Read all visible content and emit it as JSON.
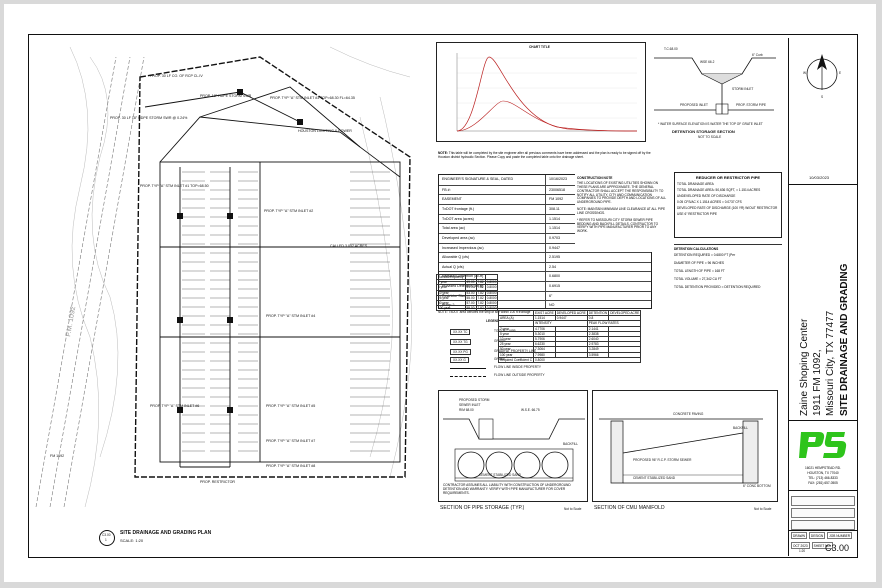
{
  "title_block": {
    "project_name": "Zaine Shoping Center",
    "address_line": "1911 FM 1092,",
    "city_line": "Missouri City, TX 77477",
    "sheet_title": "SITE DRAINAGE AND GRADING",
    "sheet_number": "C3.00",
    "date": "10/03/2023",
    "north_labels": {
      "w": "W",
      "e": "E",
      "s": "S"
    },
    "firm_address": [
      "16021 HEMPSTEAD RD.",
      "HOUSTON, TX 77040",
      "TEL: (713) 466-8333",
      "FAX: (281) 657-0505"
    ],
    "grid_labels": [
      "DRAWN",
      "DESIGN",
      "JOB NUMBER",
      "OCT 2023",
      "SHEET NO."
    ],
    "scale_value": "1:20",
    "brand_green": "#2ec41b"
  },
  "plan": {
    "title": "SITE DRAINAGE AND GRADING PLAN",
    "scale": "SCALE: 1:20",
    "ref_number": "C3.00",
    "ref_sub": "1"
  },
  "chart_title": "CHART TITLE",
  "detention_section": {
    "title": "DETENTION STORAGE SECTION",
    "subtitle": "NOT TO SCALE",
    "labels": [
      "T.C.68.00",
      "WSE 66.2",
      "6\" Curb",
      "STORM INLET",
      "PROPOSED INLET",
      "PROP. STORM PIPE"
    ],
    "note": "* WATER SURFACE ELEVATION IS WATER THE TOP OF GRATE INLET"
  },
  "note_block": {
    "label": "NOTE:",
    "text": "This table will be completed by the site engineer after all previous comments have been addressed and the plan is ready to be signed off by the Houston district hydraulic Section. Please Copy and paste the completed table onto the drainage sheet."
  },
  "engineer_table": {
    "rows": [
      [
        "ENGINEER'S SIGNATURE & SEAL, DATED",
        "10/16/2023"
      ],
      [
        "FB #:",
        "23006518"
      ],
      [
        "EASEMENT",
        "FM 1092"
      ],
      [
        "TxDOT frontage (ft.)",
        "308.11"
      ],
      [
        "TxDOT area (acres)",
        "1.1514"
      ],
      [
        "Total area (ac)",
        "1.1514"
      ],
      [
        "Developed area (ac)",
        "0.9703"
      ],
      [
        "Increased Impervious (ac)",
        "0.9447"
      ],
      [
        "Allowable Q (cfs)",
        "2.5195"
      ],
      [
        "Actual Q (cfs)",
        "2.54"
      ],
      [
        "Required Detention (ac-ft)",
        "0.6800"
      ],
      [
        "Provided Detention (ac-ft)",
        "0.6915"
      ],
      [
        "Restrictor Size",
        "6\""
      ],
      [
        "Pump ?",
        "NO"
      ]
    ],
    "note": "NOTE: TxDOT area denotes the strip of site within 100 ft frontage"
  },
  "construction_note": {
    "title": "CONSTRUCTION NOTE",
    "text": "THE LOCATIONS OF EXISTING UTILITIES SHOWN ON THESE PLANS ARE APPROXIMATE. THE GENERAL CONTRACTOR SHALL ACCEPT THE RESPONSIBILITY TO NOTIFY ALL UTILITY, CITY AND COMMUNICATION COMPANIES TO PROVIDE DEPTH AND LOCATIONS OF ALL UNDERGROUND PIPE.",
    "note2": "NOTE: MAINTAIN MINIMUM LINE CLEARANCE AT ALL PIPE LINE CROSSINGS.",
    "note3": "* REFER TO MISSOURI CITY STORM SEWER PIPE BEDDING AND BACKFILL DETAILS. CONTRACTOR TO VERIFY WITH PIPE MANUFACTURER PRIOR TO ANY WORK."
  },
  "restrictor": {
    "title": "REDUCER OR RESTRICTOR PIPE",
    "lines": [
      "TOTAL DRAINAGE AREA",
      "TOTAL DRAINAGE AREA: 50,636 SQFT, = 1.1514 ACRES",
      "UNDEVELOPED RATE OF DISCHARGE",
      "0.05 CFS/AC X 1.1514 ACRES = 0.0737 CFS",
      "DEVELOPED RATE OF DISCHARGE (100 YR) W/OUT RESTRICTOR",
      "USE 6\" RESTRICTOR PIPE"
    ],
    "calc_title": "DETENTION CALCULATIONS",
    "calc_lines": [
      "DETENTION REQUIRED = 0.6800 FT (Per",
      "DIAMETER OF PIPE = 96 INCHES",
      "TOTAL LENGTH OF PIPE = 168 FT",
      "TOTAL VOLUME = 27,342 CU FT",
      "TOTAL DETENTION PROVIDED = DETENTION REQUIRED"
    ]
  },
  "legend": {
    "title": "LEGEND",
    "items": [
      "TOP OF CURB",
      "GRADE",
      "GRADE AT PROPERTY LINE",
      "GRADE",
      "FLOW LINE INSIDE PROPERTY",
      "FLOW LINE OUTSIDE PROPERTY"
    ],
    "tags": [
      "XX.XX TC",
      "XX.XX TG",
      "XX.XX PG",
      "XX.XX G"
    ]
  },
  "runoff_table": {
    "headers": [
      "EXIST ACRE",
      "DEVELOPED ACRE",
      "DETENTION",
      "DEVELOPED ACRE"
    ],
    "left_headers": [
      "Rainfall",
      "frequency"
    ],
    "freq": [
      "2 year",
      "5 year",
      "10 year",
      "25 year",
      "50 year",
      "100 year"
    ],
    "cols": [
      [
        "49.00",
        "51.00",
        "53.00",
        "55.00",
        "57.00",
        "59.00"
      ],
      [
        "7.82",
        "7.82",
        "7.82",
        "7.82",
        "7.82",
        "7.82"
      ],
      [
        "0.8000",
        "0.8000",
        "0.8000",
        "0.8000",
        "0.8000",
        "0.8000"
      ]
    ],
    "area_label": "AREA (A)",
    "area_values": [
      "1.1514",
      "0.9447",
      "0.8"
    ],
    "intensity_title": "INTENSITY",
    "peak_title": "PEAK FLOW RATES",
    "intensity": [
      "4.7706",
      "5.3010",
      "5.7906",
      "6.6230",
      "7.3064",
      "7.9980"
    ],
    "peak": [
      "2.1441",
      "2.3838",
      "2.6040",
      "2.9783",
      "3.2849",
      "3.5966"
    ],
    "req_label": "Required Coefficient C",
    "req_value": "0.8000"
  },
  "pipe_section": {
    "title": "SECTION OF PIPE STORAGE  (TYP.)",
    "scale": "Not to Scale",
    "labels": [
      "PROPOSED STORM",
      "SEWER INLET",
      "RIM 68.00",
      "W.S.E. 66.75",
      "CEMENT STABILIZED SAND",
      "BACKFILL"
    ],
    "note": "CONTRACTOR ASSUMES ALL LIABILITY WITH CONSTRUCTION OF UNDERGROUND DETENTION AND WARRANTY. VERIFY WITH PIPE MANUFACTURER FOR COVER REQUIREMENTS."
  },
  "manifold": {
    "title": "SECTION OF CMU MANIFOLD",
    "scale": "Not to Scale",
    "labels": [
      "CONCRETE PAVING",
      "BACKFILL",
      "PROPOSED 96\" R.C.P. STORM SEWER",
      "CEMENT STABILIZED SAND",
      "6\" CONC BOTTOM"
    ]
  },
  "plan_labels": [
    "PROP. 30 LF CO. OF RCP CL.IV",
    "PROP. TYP \"A\" STM INLET #3 TOP=68.30 FL=64.35",
    "PROP. 18\" HDPE STORM SWR",
    "PROP. 30 LF 18\" HDPE STORM SWR @ 0.24%",
    "PROP. TYP \"A\" STM INLET #1 TOP=68.50",
    "PROP. TYP \"A\" STM INLET #2",
    "PROP. TYP \"A\" STM INLET #4",
    "PROP. TYP \"A\" STM INLET #5",
    "PROP. TYP \"A\" STM INLET #6",
    "PROP. TYP \"A\" STM INLET #7",
    "PROP. TYP \"A\" STM INLET #8",
    "PROP. RESTRICTOR",
    "FM 1092",
    "HOUSTON LIGHTING & POWER",
    "CALLED 3.052 ACRES"
  ]
}
